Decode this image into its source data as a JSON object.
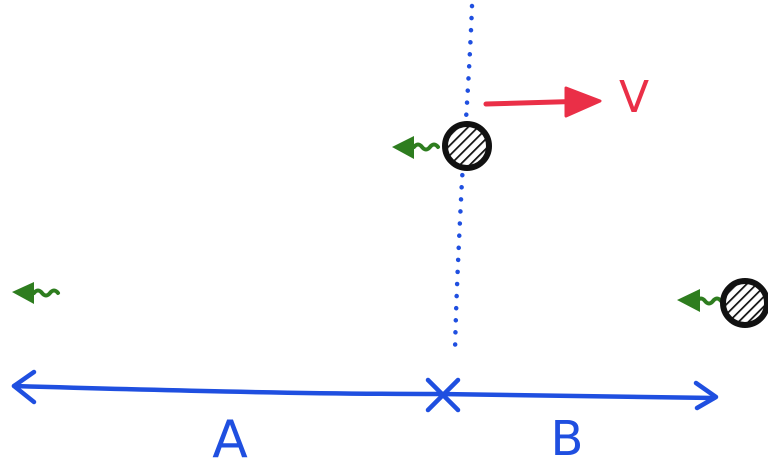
{
  "labels": {
    "velocity": "V",
    "segment_a": "A",
    "segment_b": "B"
  },
  "colors": {
    "background": "#ffffff",
    "distance_axis": "#1f4fe0",
    "dotted_line": "#1f4fe0",
    "velocity_arrow": "#ea2f47",
    "emission_arrow": "#2e7d1f",
    "particle_outline": "#111111",
    "particle_fill": "#ffffff",
    "particle_hatch": "#111111"
  },
  "icons": {
    "particle": "hatched-circle-icon",
    "emission": "wavy-arrow-left-icon"
  }
}
